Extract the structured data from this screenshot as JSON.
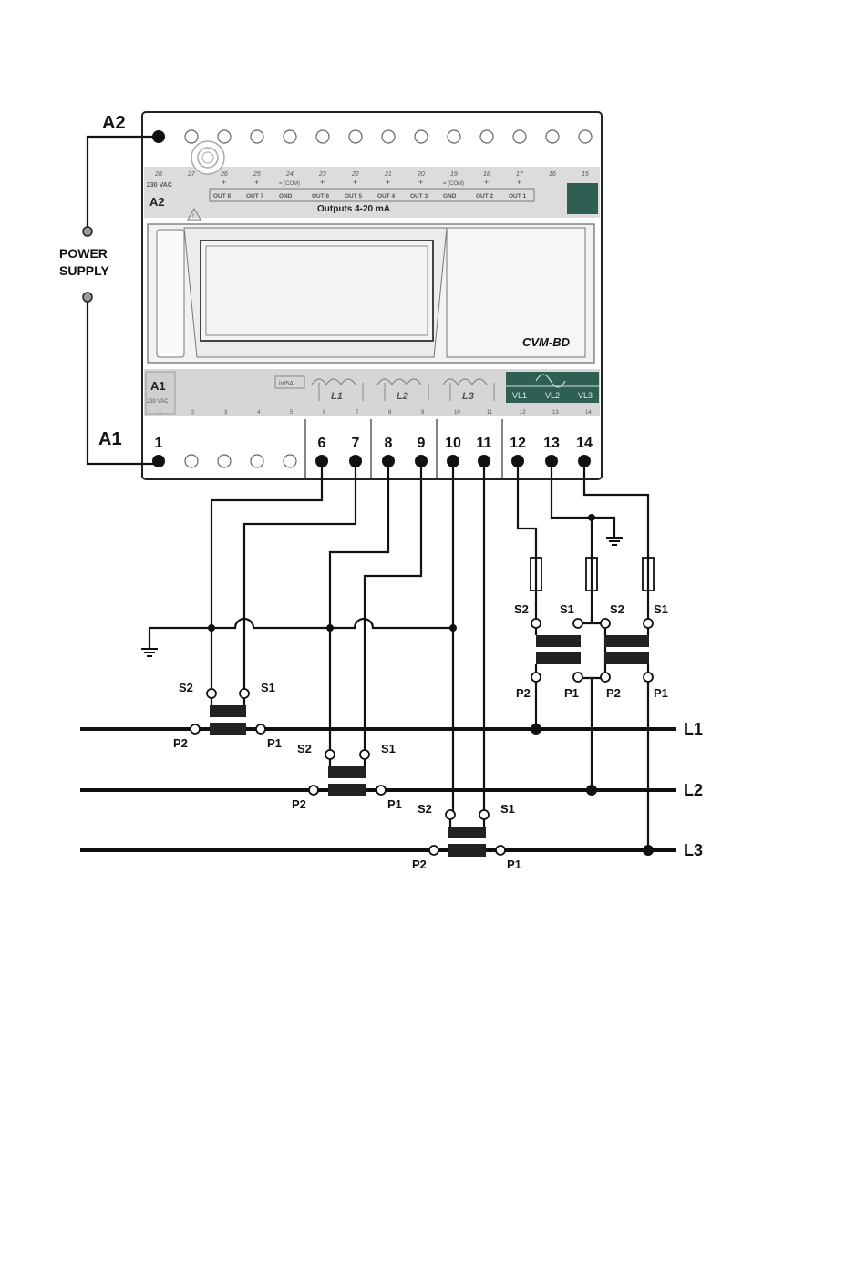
{
  "device": {
    "model": "CVM-BD",
    "a2_tag": "A2",
    "a1_tag": "A1",
    "supply_voltage_lines": [
      "230 VAC",
      "230 VAC"
    ],
    "outputs_title": "Outputs 4-20 mA",
    "top_numbers": [
      "28",
      "27",
      "26",
      "25",
      "24",
      "23",
      "22",
      "21",
      "20",
      "19",
      "18",
      "17",
      "16",
      "15"
    ],
    "top_signs": [
      "",
      "",
      "+",
      "+",
      "= (COM)",
      "+",
      "+",
      "+",
      "+",
      "= (COM)",
      "+",
      "+",
      "",
      ""
    ],
    "out_labels": [
      "OUT 8",
      "OUT 7",
      "GND",
      "OUT 6",
      "OUT 5",
      "OUT 4",
      "OUT 3",
      "GND",
      "OUT 2",
      "OUT 1"
    ],
    "bottom_tiny_numbers": [
      "1",
      "2",
      "3",
      "4",
      "5",
      "6",
      "7",
      "8",
      "9",
      "10",
      "11",
      "12",
      "13",
      "14"
    ],
    "bottom_meter_tags": [
      "L1",
      "L2",
      "L3"
    ],
    "vl_labels": [
      "VL1",
      "VL2",
      "VL3"
    ],
    "cur_tag": "in/5A"
  },
  "labels": {
    "a2": "A2",
    "a1": "A1",
    "power_supply": [
      "POWER",
      "SUPPLY"
    ]
  },
  "terminal_numbers": [
    "1",
    "6",
    "7",
    "8",
    "9",
    "10",
    "11",
    "12",
    "13",
    "14"
  ],
  "ct_labels": {
    "s2": "S2",
    "s1": "S1",
    "p2": "P2",
    "p1": "P1"
  },
  "lines": [
    "L1",
    "L2",
    "L3"
  ]
}
